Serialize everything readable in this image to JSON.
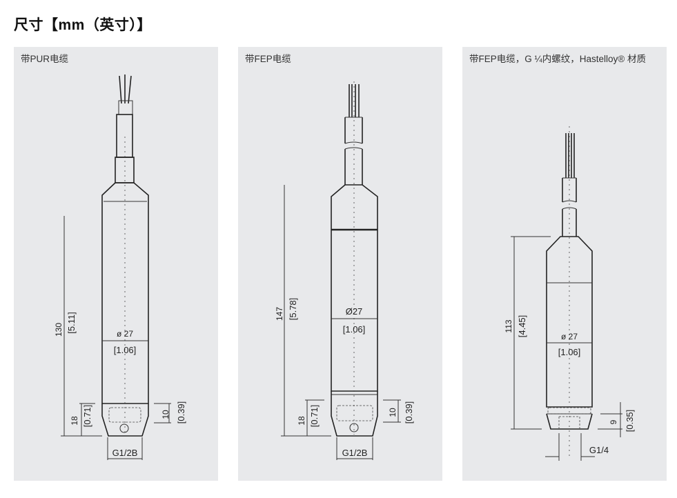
{
  "title": "尺寸【mm（英寸）】",
  "panels": [
    {
      "caption": "带PUR电缆",
      "length_mm": "130",
      "length_in": "[5.11]",
      "diameter_mm": "ø 27",
      "diameter_in": "[1.06]",
      "bottom_mm": "18",
      "bottom_in": "[0.71]",
      "inner_mm": "10",
      "inner_in": "[0.39]",
      "thread": "G1/2B"
    },
    {
      "caption": "带FEP电缆",
      "length_mm": "147",
      "length_in": "[5.78]",
      "diameter_mm": "Ø27",
      "diameter_in": "[1.06]",
      "bottom_mm": "18",
      "bottom_in": "[0.71]",
      "inner_mm": "10",
      "inner_in": "[0.39]",
      "thread": "G1/2B"
    },
    {
      "caption": "带FEP电缆，G ¼内螺纹，Hastelloy® 材质",
      "length_mm": "113",
      "length_in": "[4.45]",
      "diameter_mm": "ø 27",
      "diameter_in": "[1.06]",
      "inner_mm": "9",
      "inner_in": "[0.35]",
      "thread": "G1/4"
    }
  ]
}
